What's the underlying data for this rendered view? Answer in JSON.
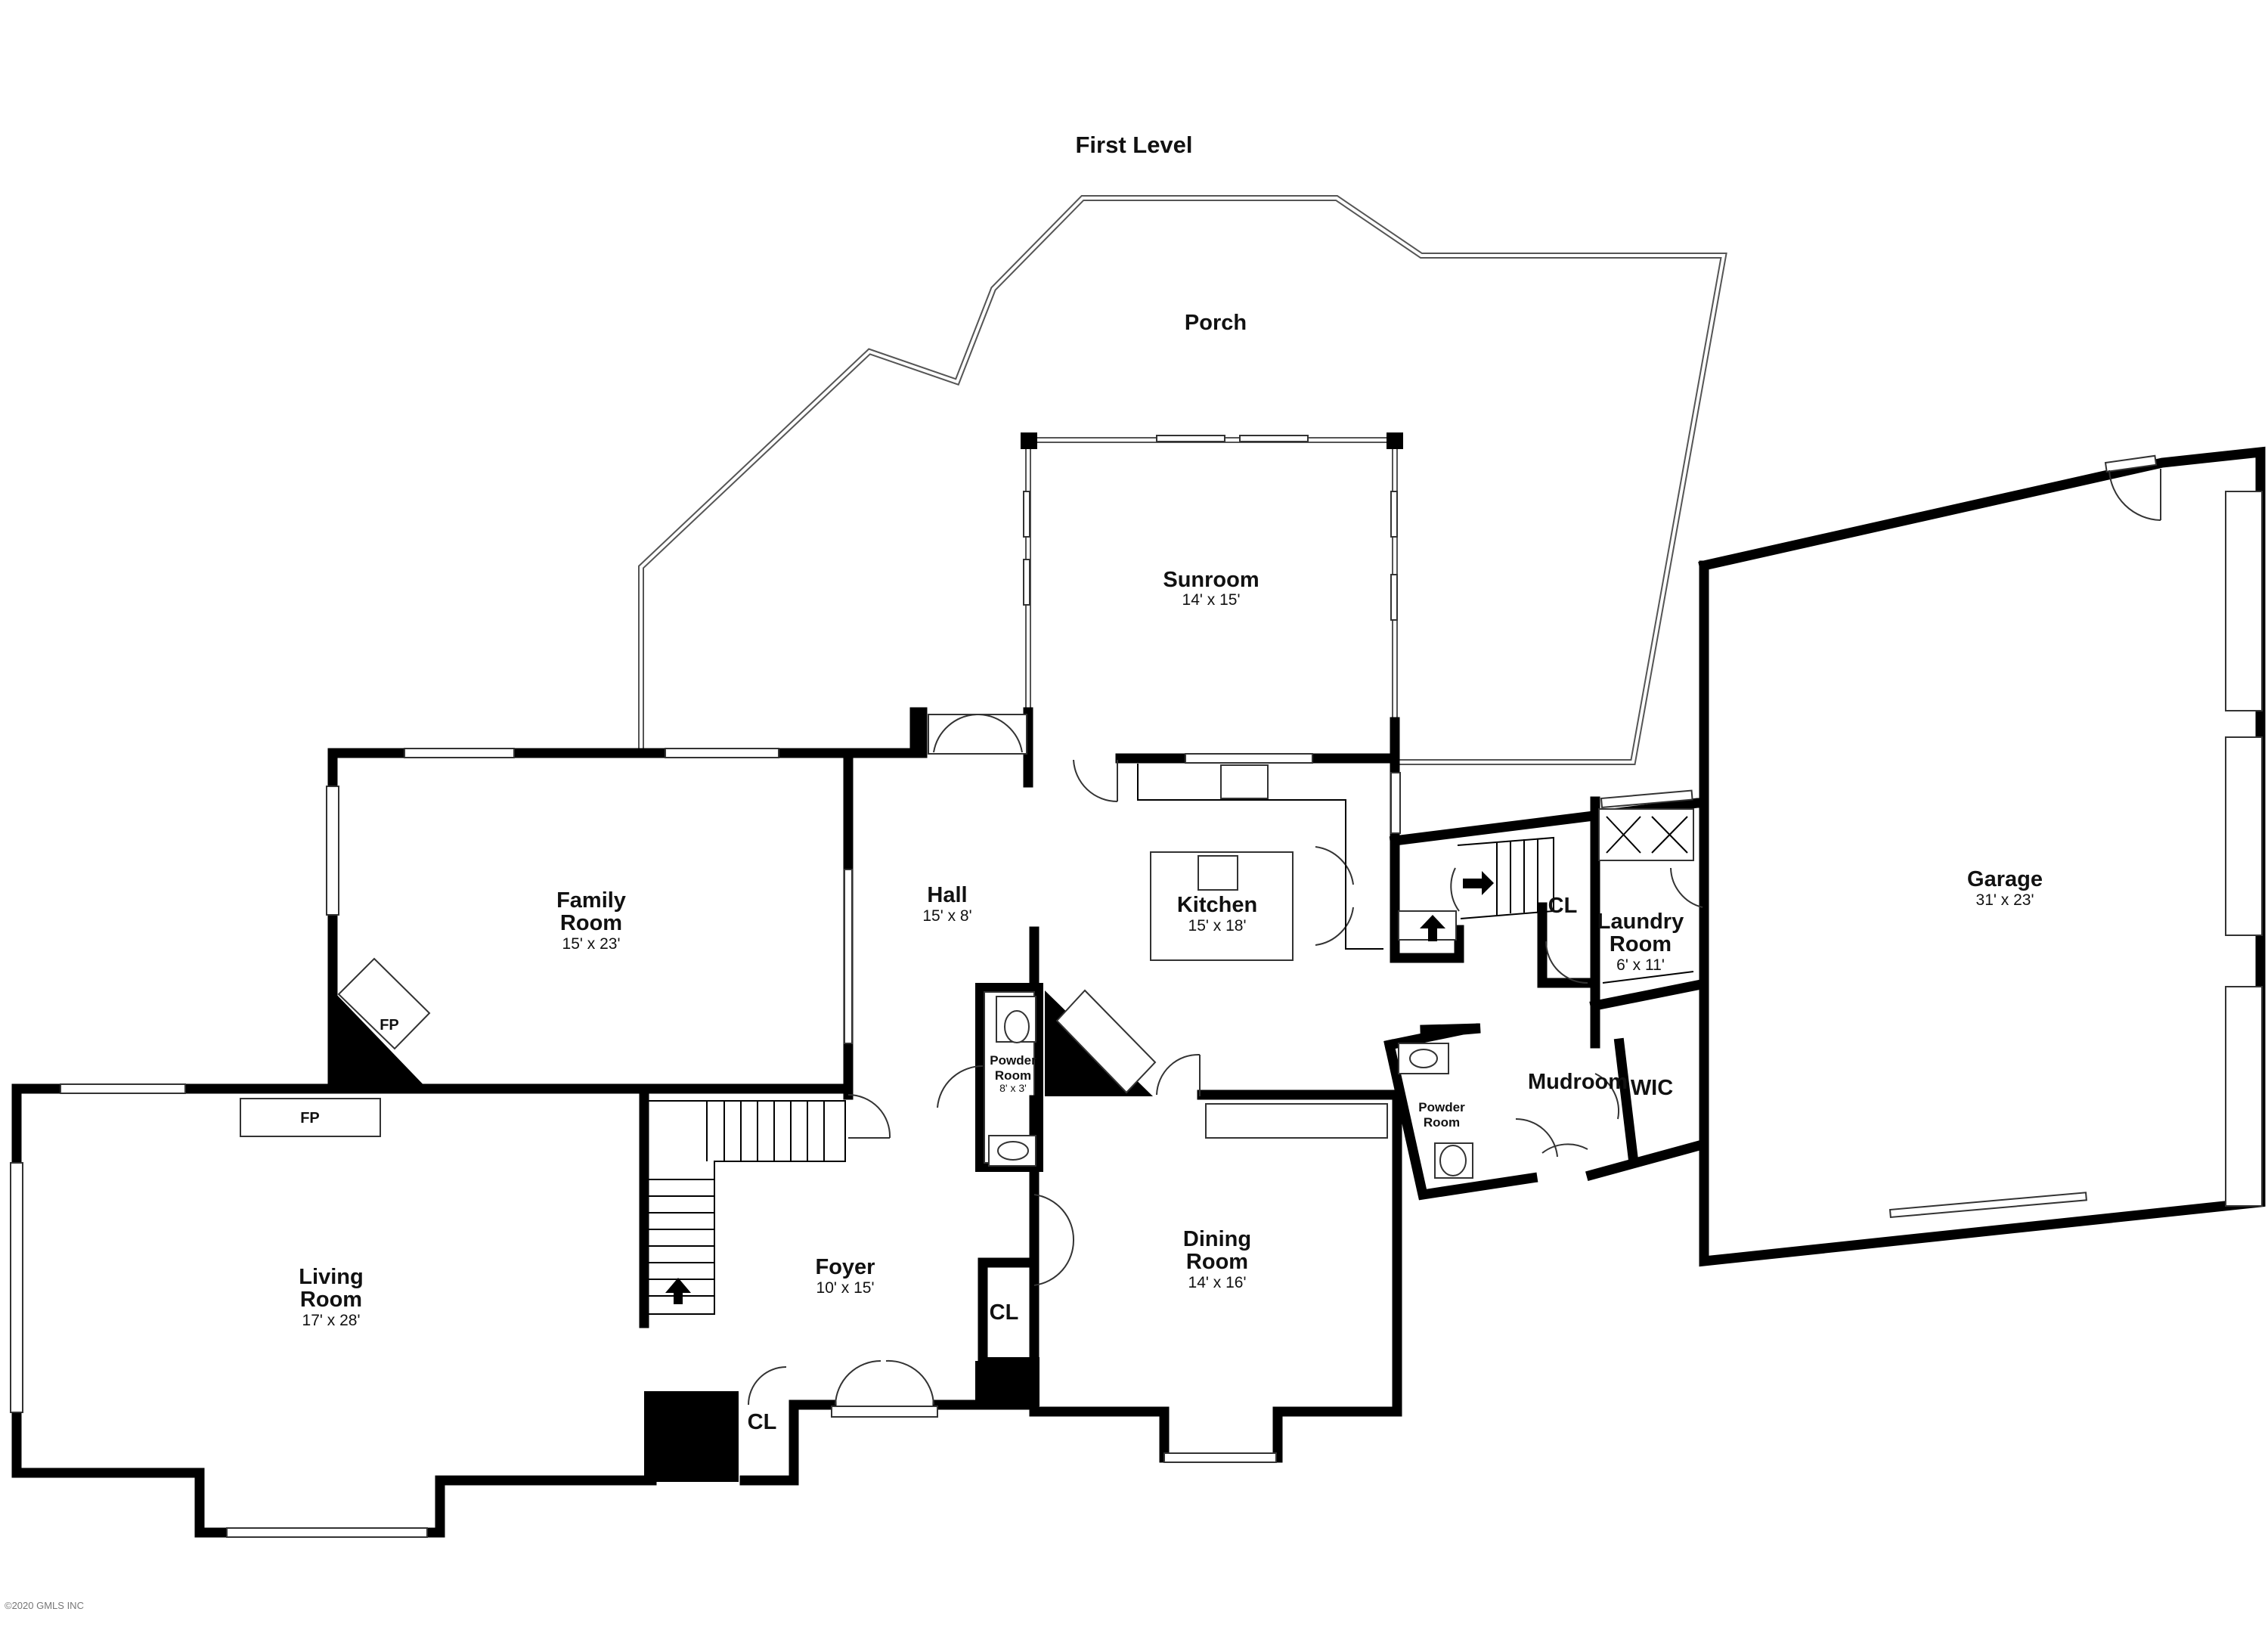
{
  "title": "First Level",
  "copyright": "©2020 GMLS INC",
  "rooms": {
    "porch": {
      "name": "Porch"
    },
    "sunroom": {
      "name": "Sunroom",
      "dim": "14' x 15'"
    },
    "family": {
      "name_1": "Family",
      "name_2": "Room",
      "dim": "15' x 23'"
    },
    "hall": {
      "name": "Hall",
      "dim": "15' x 8'"
    },
    "kitchen": {
      "name": "Kitchen",
      "dim": "15' x 18'"
    },
    "garage": {
      "name": "Garage",
      "dim": "31' x 23'"
    },
    "laundry": {
      "name_1": "Laundry",
      "name_2": "Room",
      "dim": "6' x 11'"
    },
    "powder1": {
      "name_1": "Powder",
      "name_2": "Room",
      "dim": "8' x 3'"
    },
    "powder2": {
      "name_1": "Powder",
      "name_2": "Room"
    },
    "mudroom": {
      "name": "Mudroom"
    },
    "wic": {
      "name": "WIC"
    },
    "living": {
      "name_1": "Living",
      "name_2": "Room",
      "dim": "17' x 28'"
    },
    "foyer": {
      "name": "Foyer",
      "dim": "10' x 15'"
    },
    "dining": {
      "name_1": "Dining",
      "name_2": "Room",
      "dim": "14' x 16'"
    }
  },
  "labels": {
    "fp_family": "FP",
    "fp_living": "FP",
    "cl_stairs": "CL",
    "cl_foyer": "CL",
    "cl_living": "CL"
  }
}
